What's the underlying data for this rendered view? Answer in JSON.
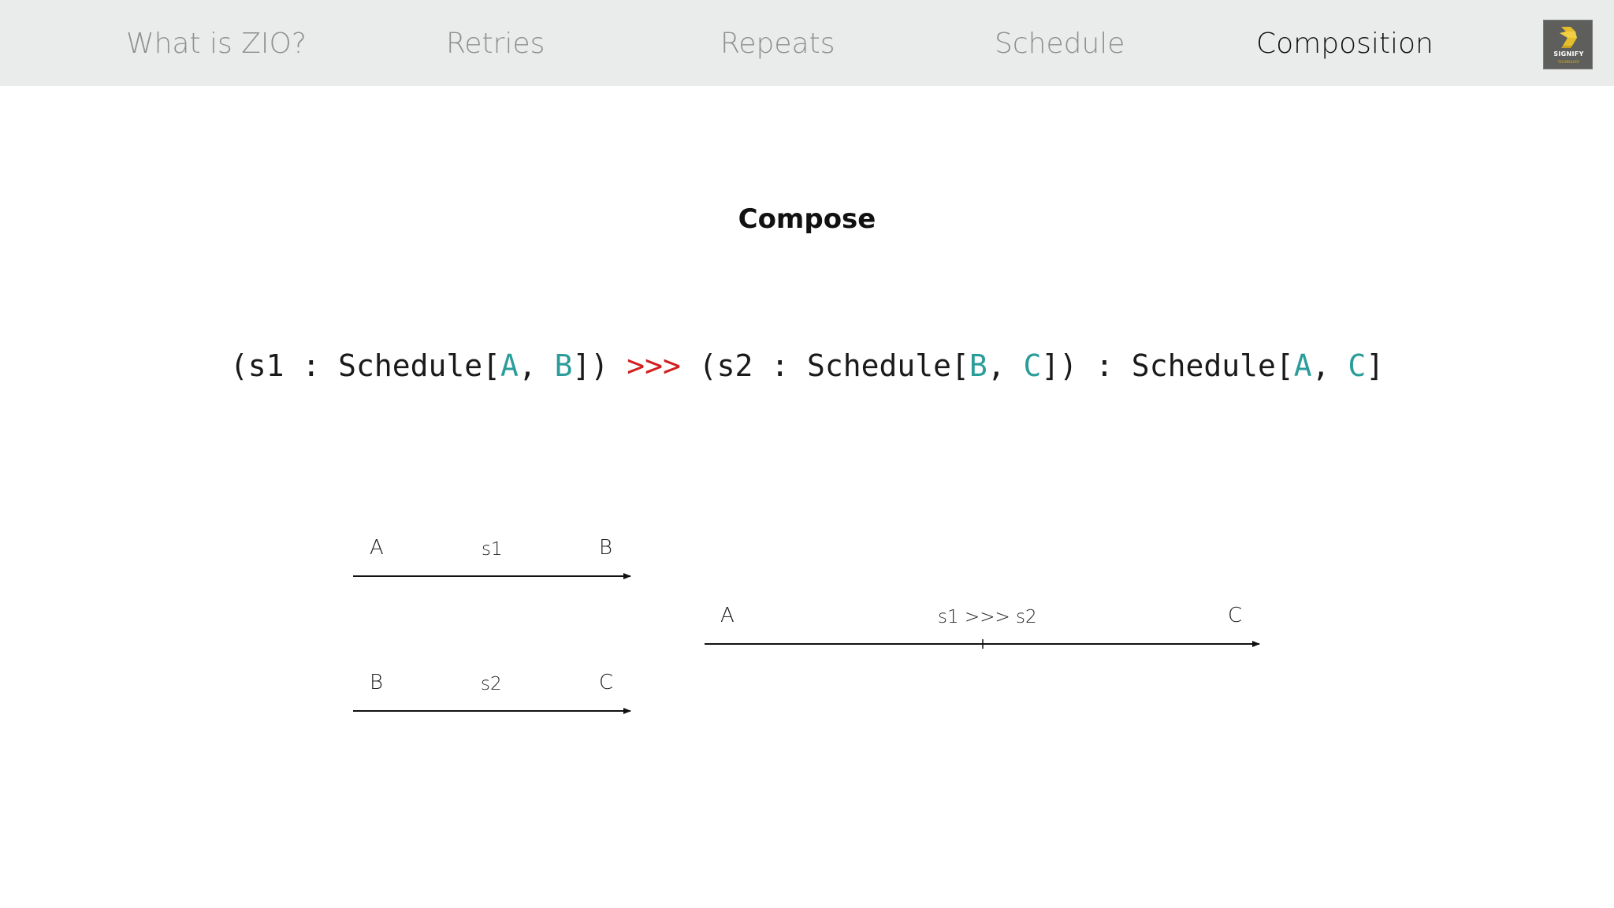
{
  "nav": {
    "tabs": [
      {
        "label": "What is ZIO?",
        "active": false
      },
      {
        "label": "Retries",
        "active": false
      },
      {
        "label": "Repeats",
        "active": false
      },
      {
        "label": "Schedule",
        "active": false
      },
      {
        "label": "Composition",
        "active": true
      }
    ],
    "logo": {
      "text": "SIGNIFY",
      "subtext": "TECHNOLOGY",
      "icon": "signify-logo-icon"
    }
  },
  "slide": {
    "title": "Compose",
    "code": {
      "s1_open": "(s1 : Schedule[",
      "s1_a": "A",
      "comma1": ", ",
      "s1_b": "B",
      "s1_close": "]) ",
      "operator": ">>>",
      "s2_open": " (s2 : Schedule[",
      "s2_b": "B",
      "comma2": ", ",
      "s2_c": "C",
      "s2_close": "]) : Schedule[",
      "res_a": "A",
      "comma3": ", ",
      "res_c": "C",
      "res_close": "]"
    },
    "diagram": {
      "s1": {
        "from": "A",
        "name": "s1",
        "to": "B"
      },
      "s2": {
        "from": "B",
        "name": "s2",
        "to": "C"
      },
      "composed": {
        "from": "A",
        "name": "s1 >>> s2",
        "to": "C"
      }
    }
  },
  "colors": {
    "type_param": "#2a9d9a",
    "operator": "#d21f1f",
    "topbar_bg": "#e9ecea"
  }
}
